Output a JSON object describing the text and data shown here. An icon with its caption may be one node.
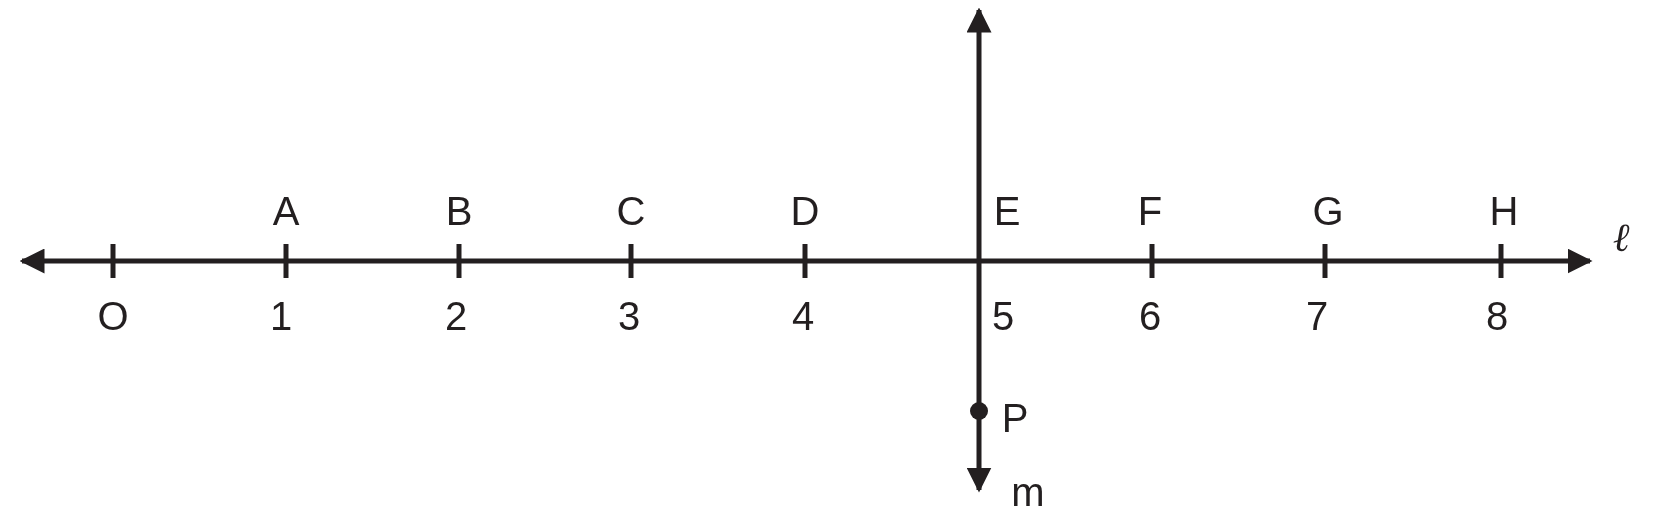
{
  "diagram": {
    "labels": [
      "A",
      "B",
      "C",
      "D",
      "E",
      "F",
      "G",
      "H",
      "ℓ",
      "O",
      "1",
      "2",
      "3",
      "4",
      "5",
      "6",
      "7",
      "8",
      "P",
      "m"
    ]
  }
}
